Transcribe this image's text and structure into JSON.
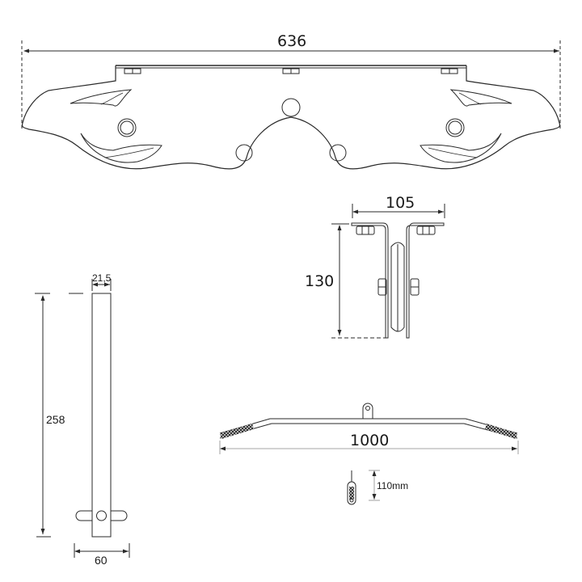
{
  "diagram": {
    "type": "technical-dimension-drawing",
    "line_color": "#2a2a2a",
    "background": "#ffffff",
    "parts": {
      "frame_plate": {
        "dimension_label": "636",
        "unit": ""
      },
      "pulley_bracket": {
        "width_label": "105",
        "height_label": "130"
      },
      "handle_pin": {
        "length_label": "258",
        "width_label": "21,5",
        "crossbar_label": "60"
      },
      "lat_bar": {
        "length_label": "1000"
      },
      "cable_clip": {
        "length_label": "110mm"
      }
    }
  }
}
